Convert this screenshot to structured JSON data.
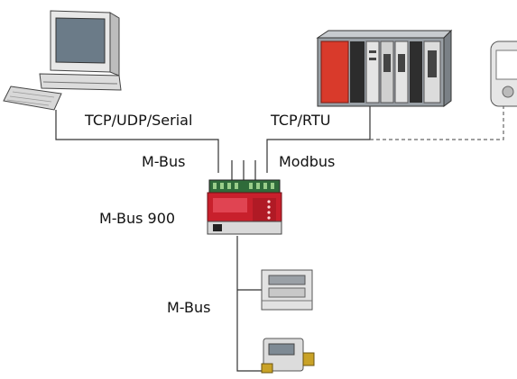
{
  "labels": {
    "tcp_udp_serial": "TCP/UDP/Serial",
    "tcp_rtu": "TCP/RTU",
    "mbus_top": "M-Bus",
    "modbus": "Modbus",
    "gateway_name": "M-Bus 900",
    "mbus_bottom": "M-Bus"
  },
  "devices": [
    {
      "id": "computer",
      "name": "desktop-computer"
    },
    {
      "id": "plc",
      "name": "plc-rack"
    },
    {
      "id": "handheld",
      "name": "handheld-device"
    },
    {
      "id": "gateway",
      "name": "m-bus-gateway"
    },
    {
      "id": "meter1",
      "name": "energy-meter"
    },
    {
      "id": "meter2",
      "name": "heat-meter"
    }
  ],
  "colors": {
    "line": "#333333",
    "gateway_red": "#c8202c",
    "plc_red": "#d93a2b",
    "dashed": "#666666"
  }
}
